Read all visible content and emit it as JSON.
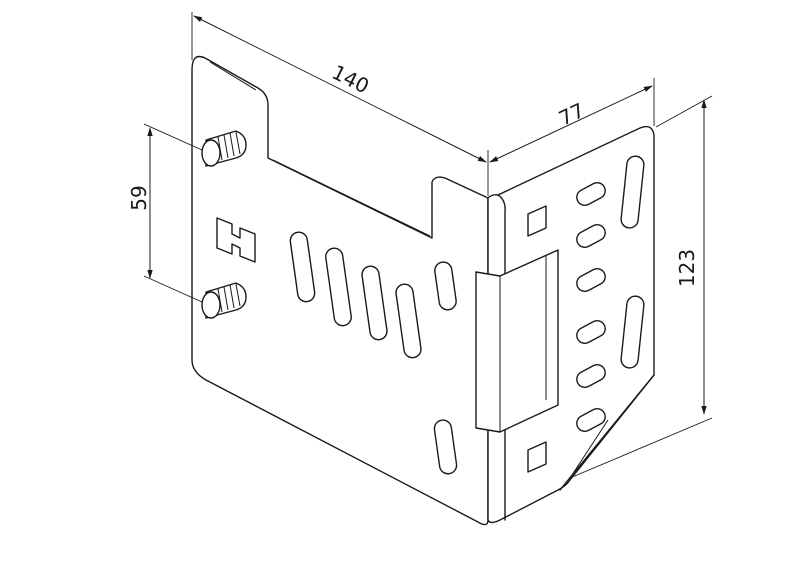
{
  "drawing": {
    "dimensions": {
      "width": "140",
      "depth": "77",
      "height": "123",
      "stud_spacing": "59"
    }
  }
}
